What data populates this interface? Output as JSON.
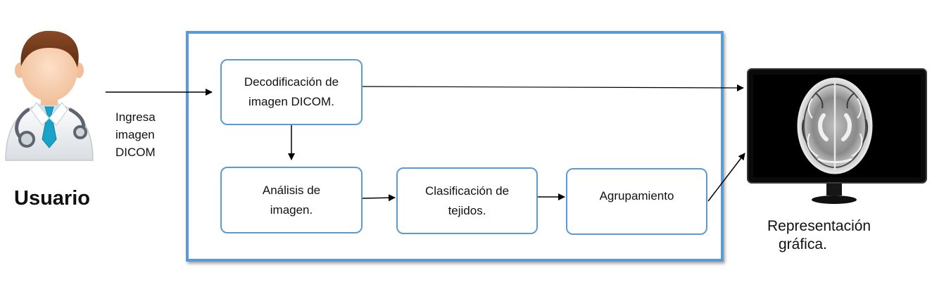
{
  "user": {
    "label": "Usuario"
  },
  "input_label": {
    "line1": "Ingresa",
    "line2": "imagen",
    "line3": "DICOM"
  },
  "boxes": {
    "decode": {
      "line1": "Decodificación de",
      "line2": "imagen DICOM."
    },
    "analysis": {
      "line1": "Análisis de",
      "line2": "imagen."
    },
    "classification": {
      "line1": "Clasificación de",
      "line2": "tejidos."
    },
    "grouping": {
      "line1": "Agrupamiento"
    }
  },
  "output": {
    "line1": "Representación",
    "line2": "gráfica."
  },
  "colors": {
    "accent_blue": "#5b9bd5",
    "text": "#111111",
    "monitor": "#0a0a0a"
  },
  "icons": {
    "user": "doctor-icon",
    "monitor": "monitor-icon",
    "brain_scan": "brain-mri-image"
  }
}
